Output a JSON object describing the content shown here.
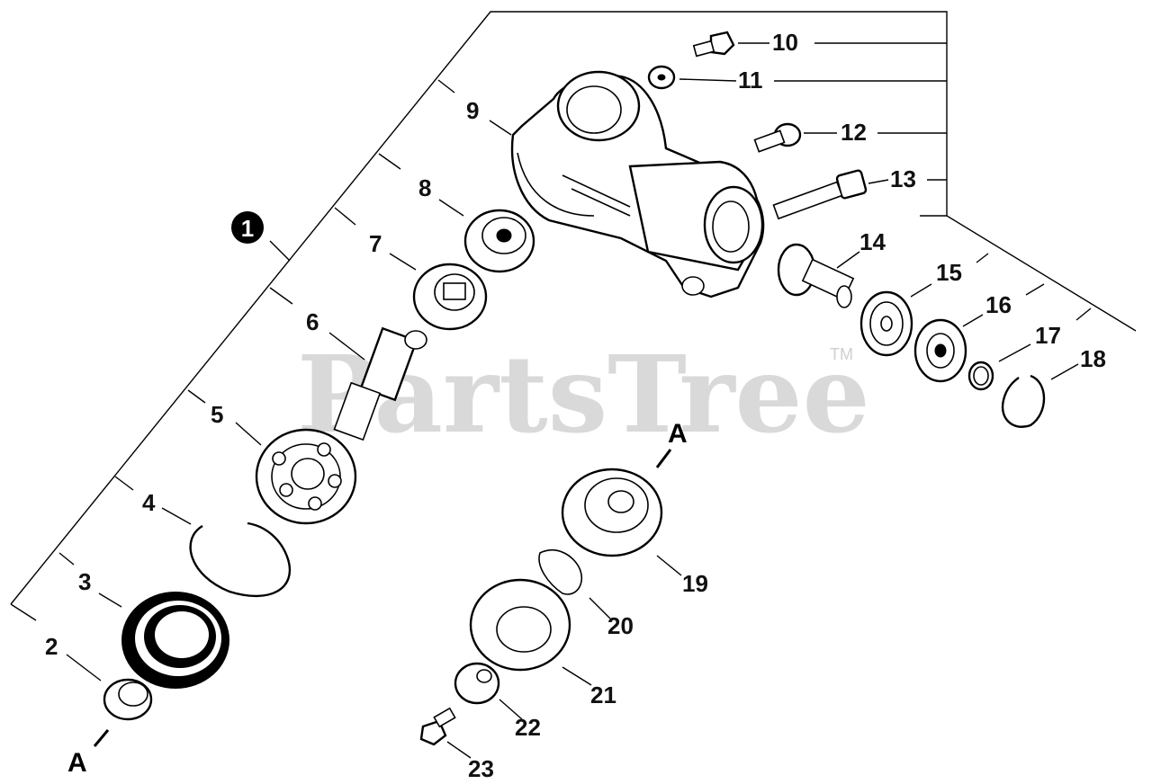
{
  "watermark": {
    "brand": "PartsTree",
    "trademark": "TM"
  },
  "assembly_marker": {
    "number": "1"
  },
  "section_refs": {
    "top": "A",
    "bottom": "A"
  },
  "callouts": [
    "2",
    "3",
    "4",
    "5",
    "6",
    "7",
    "8",
    "9",
    "10",
    "11",
    "12",
    "13",
    "14",
    "15",
    "16",
    "17",
    "18",
    "19",
    "20",
    "21",
    "22",
    "23"
  ]
}
